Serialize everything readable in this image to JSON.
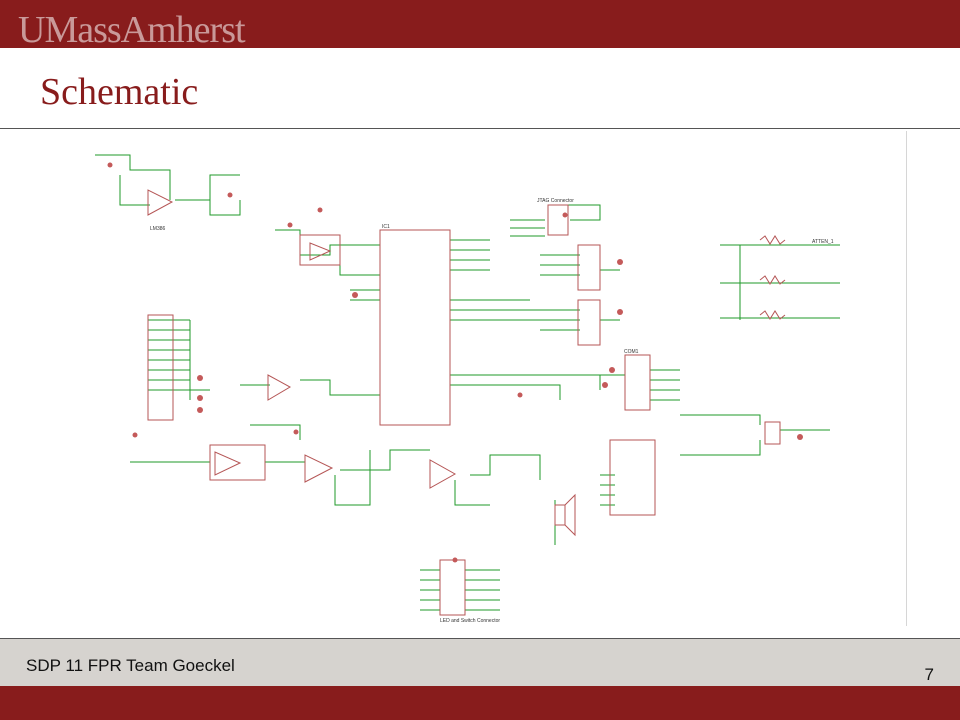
{
  "header": {
    "logo_text": "UMassAmherst"
  },
  "slide": {
    "title": "Schematic"
  },
  "schematic": {
    "labels": {
      "u_main": "IC1",
      "jtag": "JTAG Connector",
      "com": "COM1",
      "bottom_conn": "LED and Switch Connector",
      "lm": "LM386",
      "atten": "ATTEN_1"
    }
  },
  "footer": {
    "text": "SDP 11 FPR Team Goeckel",
    "page_number": "7"
  },
  "colors": {
    "brand": "#881c1c",
    "wire": "#1f9a2a",
    "part": "#b55656"
  }
}
